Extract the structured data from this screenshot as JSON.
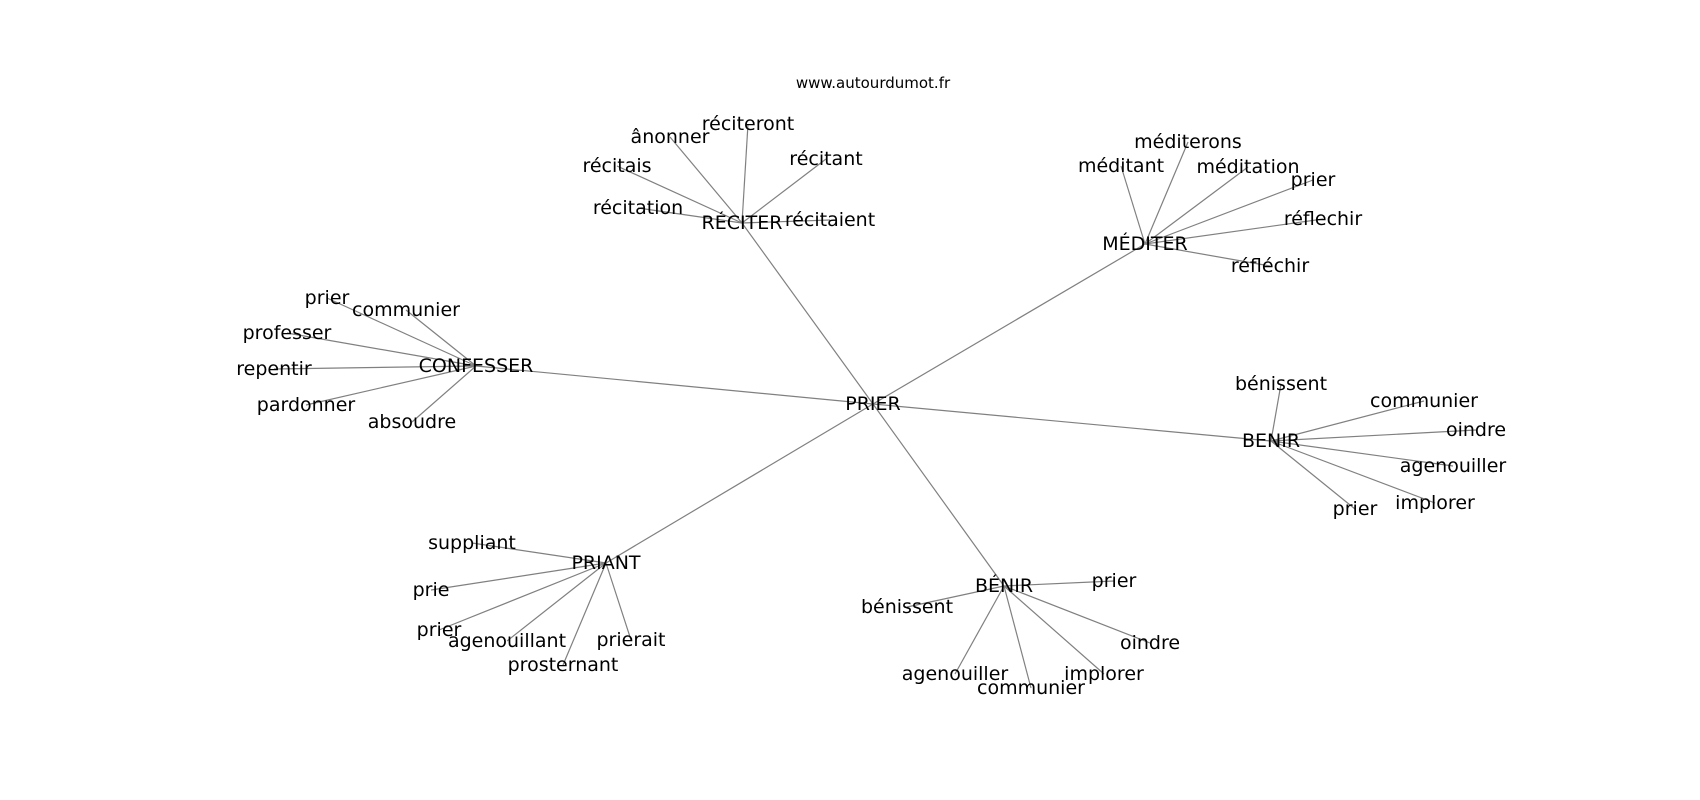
{
  "watermark": "www.autourdumot.fr",
  "center": "PRIER",
  "clusters": [
    {
      "label": "RÉCITER",
      "children": [
        "ânonner",
        "réciteront",
        "récitais",
        "récitant",
        "récitation",
        "récitaient"
      ]
    },
    {
      "label": "MÉDITER",
      "children": [
        "méditerons",
        "méditant",
        "méditation",
        "prier",
        "réflechir",
        "réfléchir"
      ]
    },
    {
      "label": "CONFESSER",
      "children": [
        "prier",
        "communier",
        "professer",
        "repentir",
        "pardonner",
        "absoudre"
      ]
    },
    {
      "label": "BENIR",
      "children": [
        "bénissent",
        "communier",
        "oindre",
        "agenouiller",
        "implorer",
        "prier"
      ]
    },
    {
      "label": "PRIANT",
      "children": [
        "suppliant",
        "prie",
        "prier",
        "agenouillant",
        "prosternant",
        "prierait"
      ]
    },
    {
      "label": "BÉNIR",
      "children": [
        "bénissent",
        "prier",
        "oindre",
        "agenouiller",
        "communier",
        "implorer"
      ]
    }
  ],
  "colors": {
    "edge": "#808080",
    "text": "#000000",
    "background": "#ffffff"
  }
}
